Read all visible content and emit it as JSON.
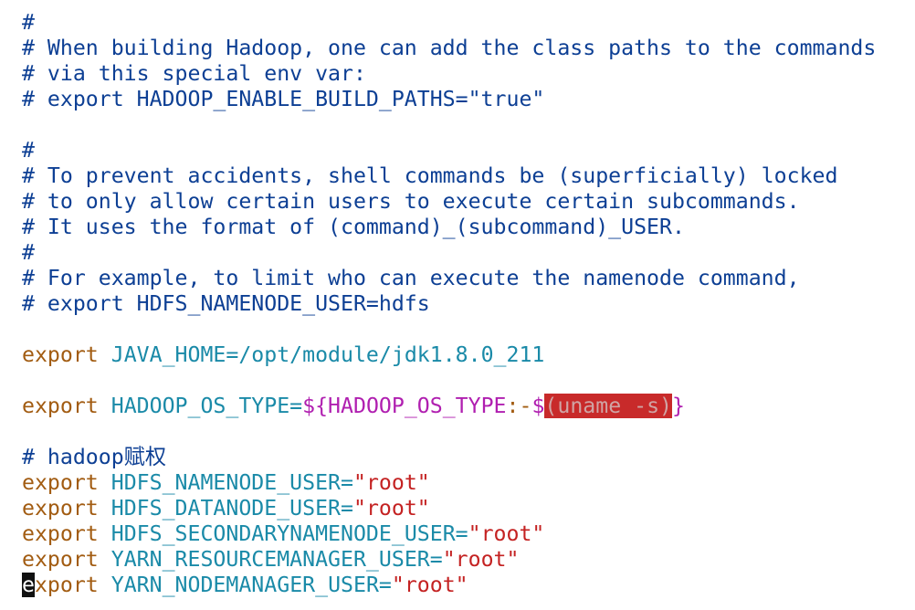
{
  "colors": {
    "comment": "#0d3f94",
    "keyword": "#a25c12",
    "variable": "#1a8aa8",
    "substitution": "#b01fb0",
    "string": "#c42222",
    "error_bg": "#c82a2a"
  },
  "lines": [
    [
      {
        "c": "comment",
        "t": "#"
      }
    ],
    [
      {
        "c": "comment",
        "t": "# When building Hadoop, one can add the class paths to the commands"
      }
    ],
    [
      {
        "c": "comment",
        "t": "# via this special env var:"
      }
    ],
    [
      {
        "c": "comment",
        "t": "# export HADOOP_ENABLE_BUILD_PATHS=\"true\""
      }
    ],
    [],
    [
      {
        "c": "comment",
        "t": "#"
      }
    ],
    [
      {
        "c": "comment",
        "t": "# To prevent accidents, shell commands be (superficially) locked"
      }
    ],
    [
      {
        "c": "comment",
        "t": "# to only allow certain users to execute certain subcommands."
      }
    ],
    [
      {
        "c": "comment",
        "t": "# It uses the format of (command)_(subcommand)_USER."
      }
    ],
    [
      {
        "c": "comment",
        "t": "#"
      }
    ],
    [
      {
        "c": "comment",
        "t": "# For example, to limit who can execute the namenode command,"
      }
    ],
    [
      {
        "c": "comment",
        "t": "# export HDFS_NAMENODE_USER=hdfs"
      }
    ],
    [],
    [
      {
        "c": "kw",
        "t": "export"
      },
      {
        "c": "",
        "t": " "
      },
      {
        "c": "var",
        "t": "JAVA_HOME=/opt/module/jdk1.8.0_211"
      }
    ],
    [],
    [
      {
        "c": "kw",
        "t": "export"
      },
      {
        "c": "",
        "t": " "
      },
      {
        "c": "var",
        "t": "HADOOP_OS_TYPE="
      },
      {
        "c": "sub",
        "t": "${HADOOP_OS_TYPE"
      },
      {
        "c": "op",
        "t": ":-"
      },
      {
        "c": "sub",
        "t": "$"
      },
      {
        "c": "err",
        "t": "(uname -s)"
      },
      {
        "c": "sub",
        "t": "}"
      }
    ],
    [],
    [
      {
        "c": "comment",
        "t": "# hadoop赋权"
      }
    ],
    [
      {
        "c": "kw",
        "t": "export"
      },
      {
        "c": "",
        "t": " "
      },
      {
        "c": "var",
        "t": "HDFS_NAMENODE_USER="
      },
      {
        "c": "str",
        "t": "\"root\""
      }
    ],
    [
      {
        "c": "kw",
        "t": "export"
      },
      {
        "c": "",
        "t": " "
      },
      {
        "c": "var",
        "t": "HDFS_DATANODE_USER="
      },
      {
        "c": "str",
        "t": "\"root\""
      }
    ],
    [
      {
        "c": "kw",
        "t": "export"
      },
      {
        "c": "",
        "t": " "
      },
      {
        "c": "var",
        "t": "HDFS_SECONDARYNAMENODE_USER="
      },
      {
        "c": "str",
        "t": "\"root\""
      }
    ],
    [
      {
        "c": "kw",
        "t": "export"
      },
      {
        "c": "",
        "t": " "
      },
      {
        "c": "var",
        "t": "YARN_RESOURCEMANAGER_USER="
      },
      {
        "c": "str",
        "t": "\"root\""
      }
    ],
    [
      {
        "c": "cursor",
        "t": "e"
      },
      {
        "c": "kw",
        "t": "xport"
      },
      {
        "c": "",
        "t": " "
      },
      {
        "c": "var",
        "t": "YARN_NODEMANAGER_USER="
      },
      {
        "c": "str",
        "t": "\"root\""
      }
    ]
  ]
}
